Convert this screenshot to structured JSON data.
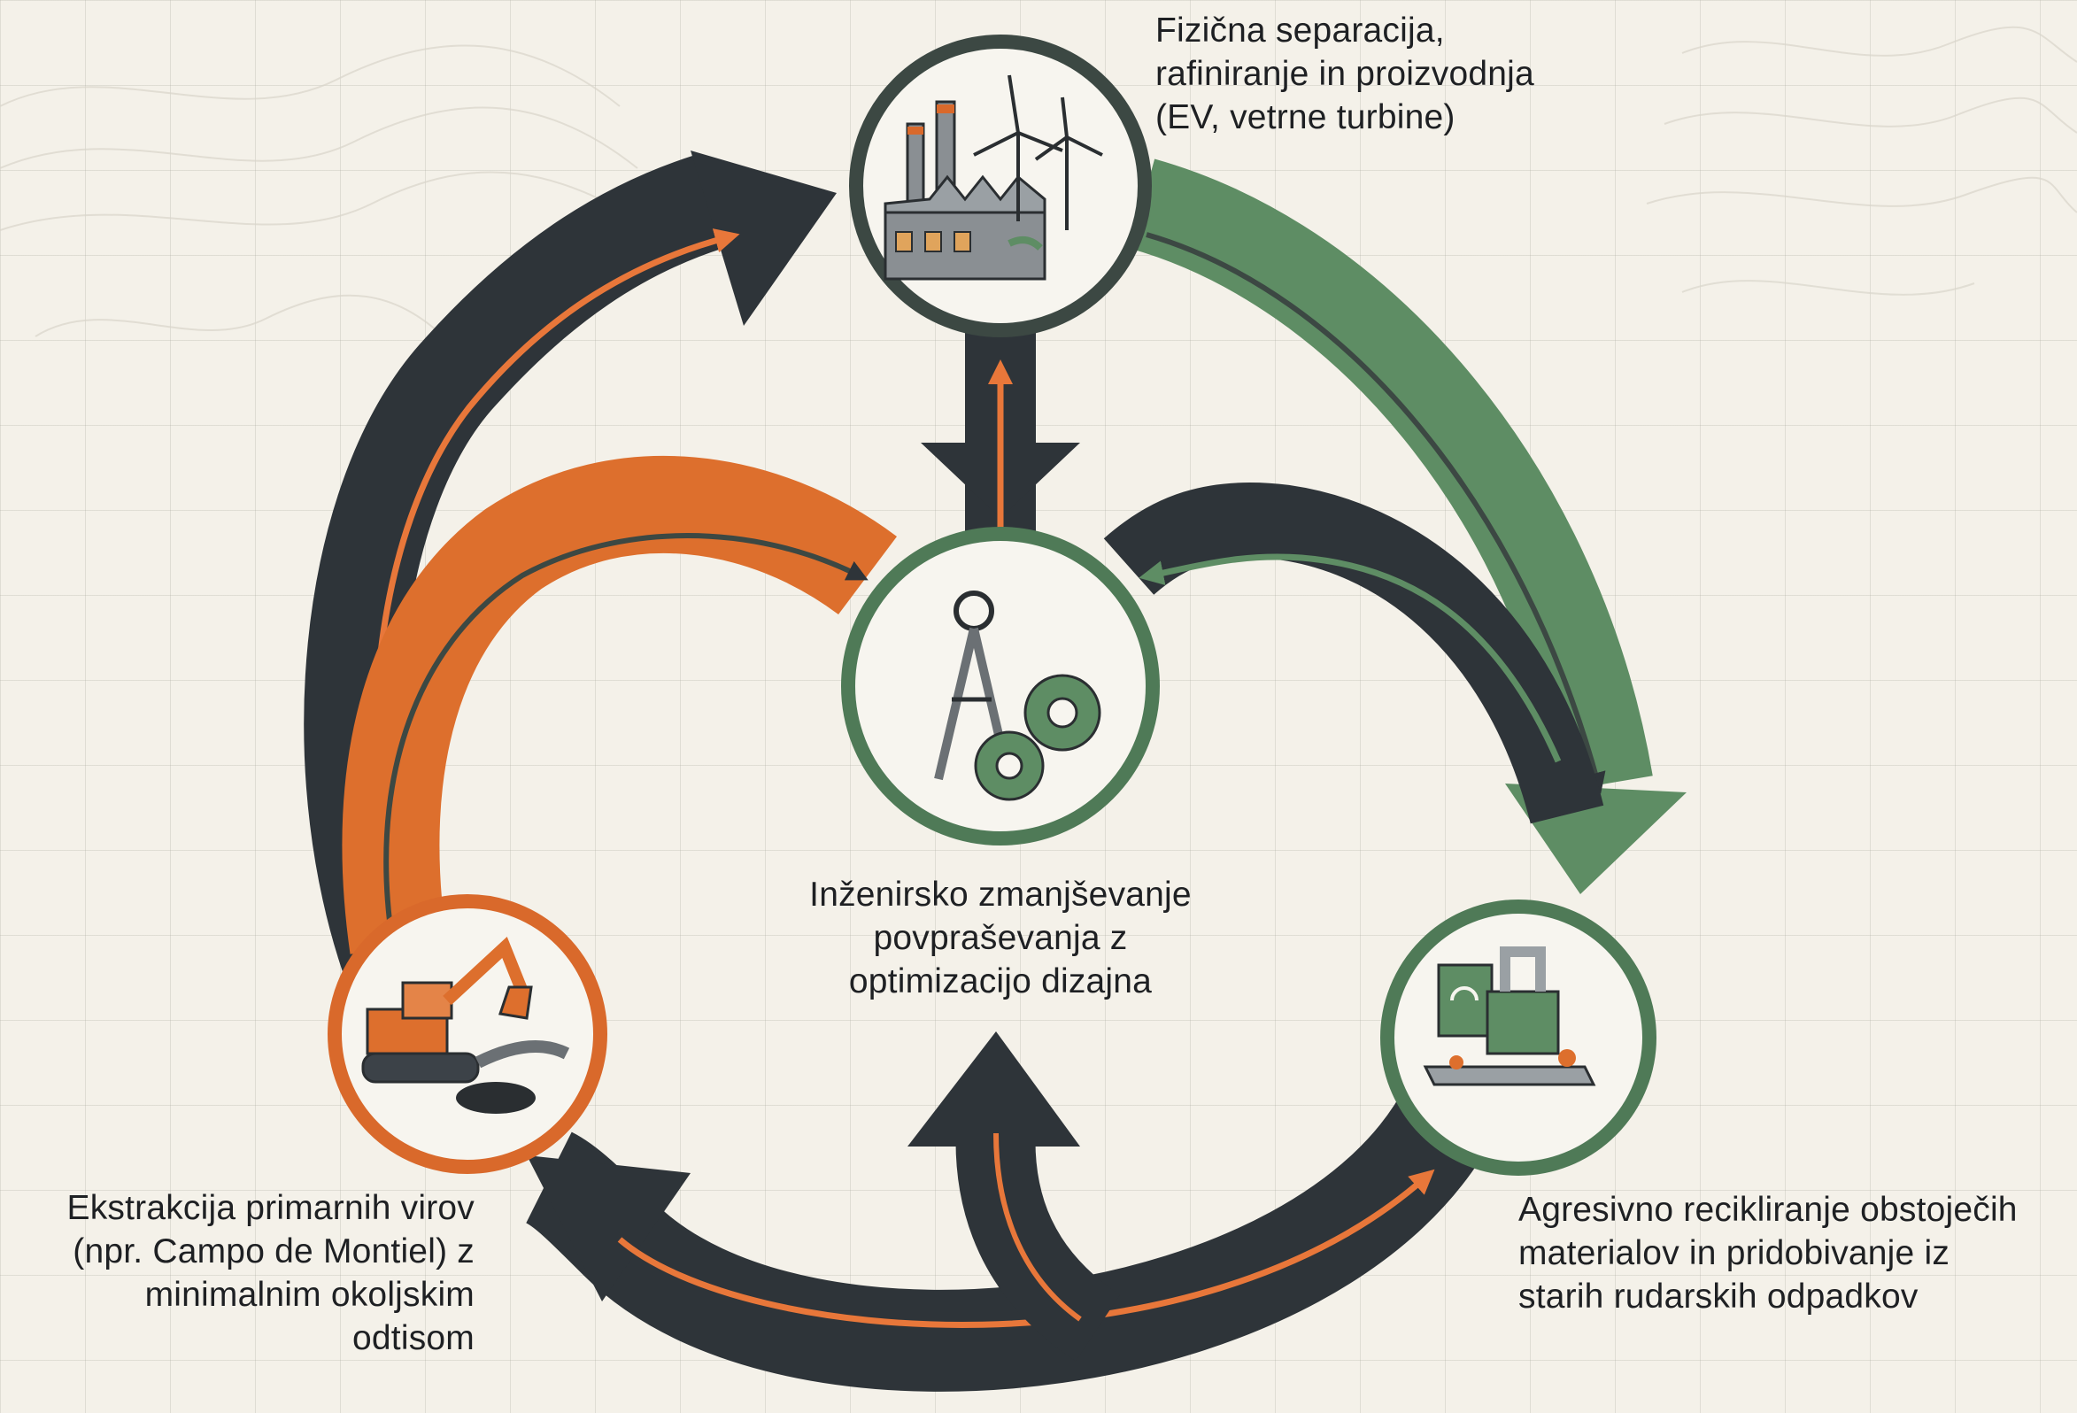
{
  "labels": {
    "top": [
      "Fizična separacija,",
      "rafiniranje in proizvodnja",
      "(EV, vetrne turbine)"
    ],
    "center": [
      "Inženirsko zmanjševanje",
      "povpraševanja z",
      "optimizacijo dizajna"
    ],
    "left": [
      "Ekstrakcija primarnih virov",
      "(npr. Campo de Montiel) z",
      "minimalnim okoljskim",
      "odtisom"
    ],
    "right": [
      "Agresivno recikliranje obstoječih",
      "materialov in pridobivanje iz",
      "starih rudarskih odpadkov"
    ]
  },
  "nodes": [
    {
      "id": "production",
      "icon": "factory-wind-turbine-icon",
      "ring_color": "#3c4843"
    },
    {
      "id": "design",
      "icon": "compass-gears-icon",
      "ring_color": "#4f7a57"
    },
    {
      "id": "extraction",
      "icon": "excavator-pit-icon",
      "ring_color": "#d9692b"
    },
    {
      "id": "recycling",
      "icon": "recycling-machine-icon",
      "ring_color": "#4f7a57"
    }
  ],
  "colors": {
    "dark": "#2e3439",
    "green": "#5e8d64",
    "orange": "#dd6f2d",
    "orange_line": "#e8773a",
    "background": "#f4f1e9"
  }
}
